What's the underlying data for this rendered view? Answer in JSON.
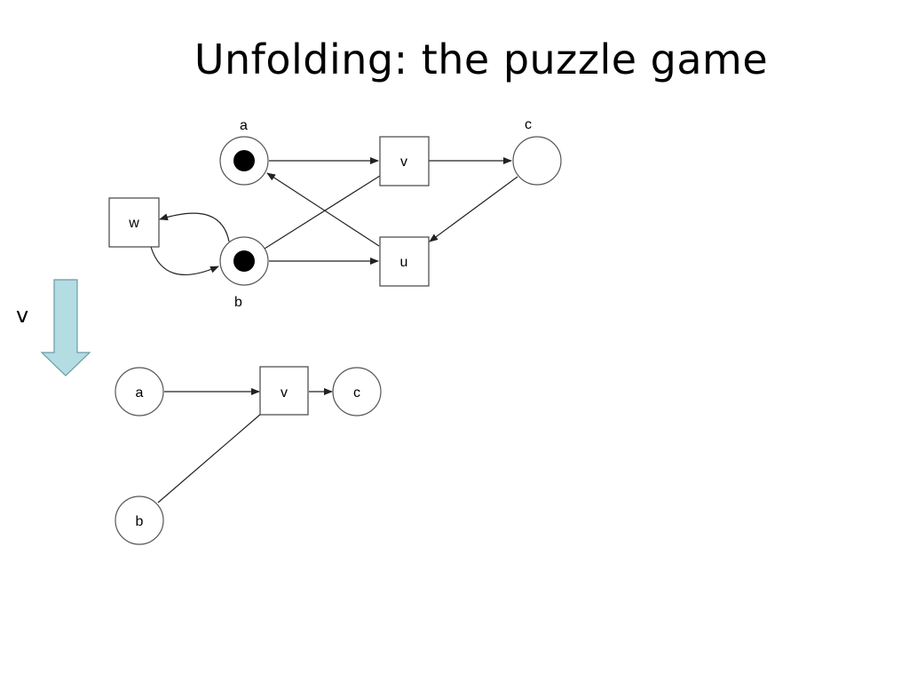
{
  "slide": {
    "title": "Unfolding: the puzzle game"
  },
  "net": {
    "places": {
      "a": {
        "label": "a",
        "marked": true
      },
      "b": {
        "label": "b",
        "marked": true
      },
      "c": {
        "label": "c",
        "marked": false
      }
    },
    "transitions": {
      "v": {
        "label": "v"
      },
      "u": {
        "label": "u"
      },
      "w": {
        "label": "w"
      }
    }
  },
  "step": {
    "label": "v",
    "arrow_color": "#b3dde3"
  },
  "unfolding": {
    "places": {
      "a": {
        "label": "a"
      },
      "b": {
        "label": "b"
      },
      "c": {
        "label": "c"
      }
    },
    "transitions": {
      "v": {
        "label": "v"
      }
    }
  }
}
